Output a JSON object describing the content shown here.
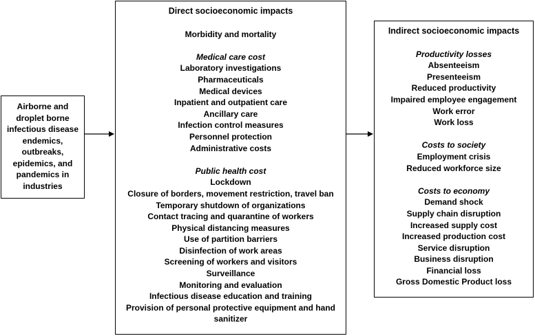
{
  "left_box": {
    "lines": [
      "Airborne and",
      "droplet borne",
      "infectious disease",
      "endemics,",
      "outbreaks,",
      "epidemics, and",
      "pandemics in",
      "industries"
    ]
  },
  "direct": {
    "title": "Direct socioeconomic impacts",
    "morbidity": "Morbidity and mortality",
    "medical": {
      "heading": "Medical care cost",
      "items": [
        "Laboratory investigations",
        "Pharmaceuticals",
        "Medical devices",
        "Inpatient and outpatient care",
        "Ancillary care",
        "Infection control measures",
        "Personnel protection",
        "Administrative costs"
      ]
    },
    "public": {
      "heading": "Public health cost",
      "items": [
        "Lockdown",
        "Closure of borders, movement restriction, travel ban",
        "Temporary shutdown of organizations",
        "Contact tracing and quarantine of workers",
        "Physical distancing measures",
        "Use of partition barriers",
        "Disinfection of work areas",
        "Screening of workers and visitors",
        "Surveillance",
        "Monitoring and evaluation",
        "Infectious disease education and training",
        "Provision of personal protective equipment and hand",
        "sanitizer"
      ]
    }
  },
  "indirect": {
    "title": "Indirect socioeconomic impacts",
    "productivity": {
      "heading": "Productivity losses",
      "items": [
        "Absenteeism",
        "Presenteeism",
        "Reduced productivity",
        "Impaired employee engagement",
        "Work error",
        "Work loss"
      ]
    },
    "society": {
      "heading": "Costs to society",
      "items": [
        "Employment crisis",
        "Reduced workforce size"
      ]
    },
    "economy": {
      "heading": "Costs to economy",
      "items": [
        "Demand shock",
        "Supply chain disruption",
        "Increased supply cost",
        "Increased production cost",
        "Service disruption",
        "Business disruption",
        "Financial loss",
        "Gross Domestic Product loss"
      ]
    }
  }
}
